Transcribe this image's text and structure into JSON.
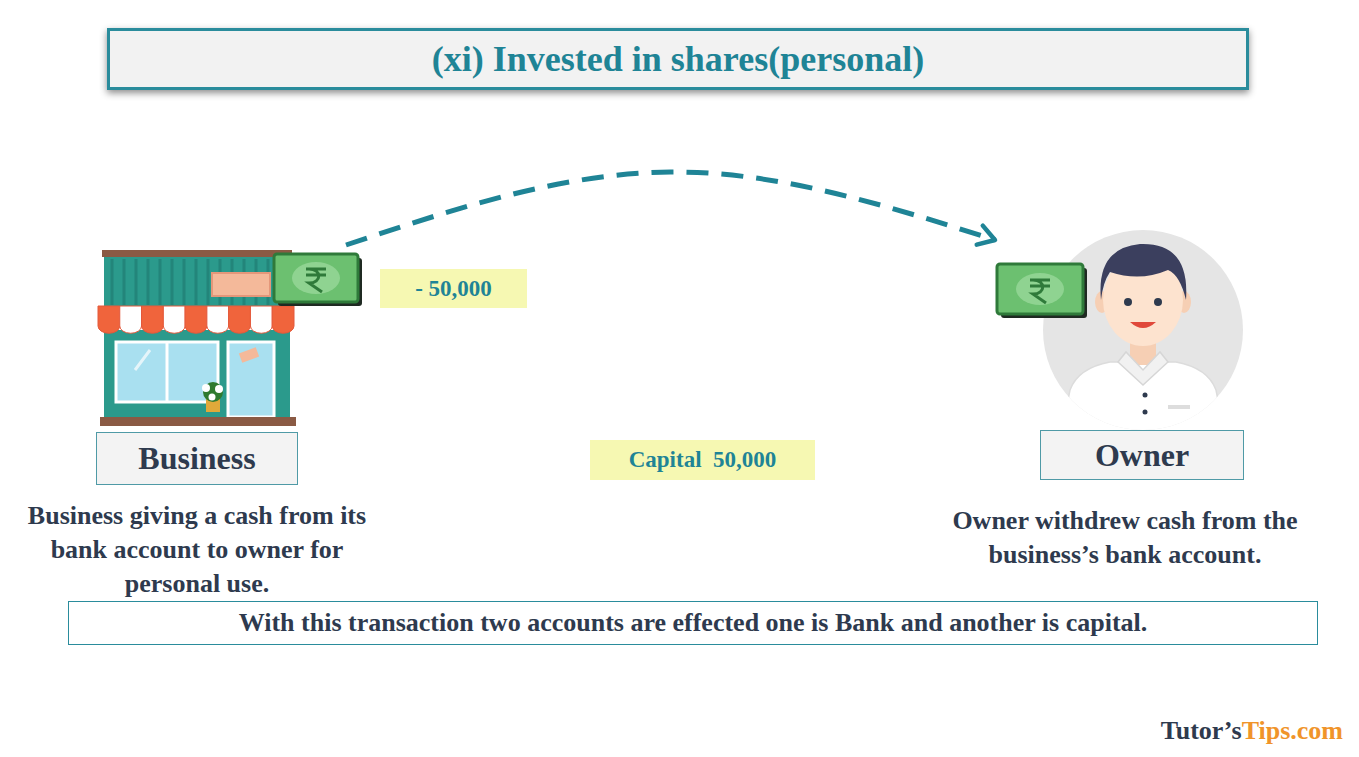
{
  "diagram": {
    "title": "(xi) Invested in shares(personal)",
    "nodes": [
      {
        "text": [
          "(xi) Invested in shares(personal)"
        ]
      },
      {
        "text": [
          "Business",
          "Business giving a cash from its bank account to owner for personal use."
        ]
      },
      {
        "text": [
          "- 50,000"
        ]
      },
      {
        "text": [
          "Capital  50,000"
        ]
      },
      {
        "text": [
          "Owner",
          "Owner withdrew cash from the business’s bank account."
        ]
      },
      {
        "text": [
          "With this transaction two accounts are effected one is Bank and another is capital."
        ]
      }
    ],
    "edges": [
      {
        "from": 1,
        "to": 4,
        "arrow": "to"
      }
    ],
    "labels": [
      "Tutor’s",
      "Tips.com"
    ]
  }
}
